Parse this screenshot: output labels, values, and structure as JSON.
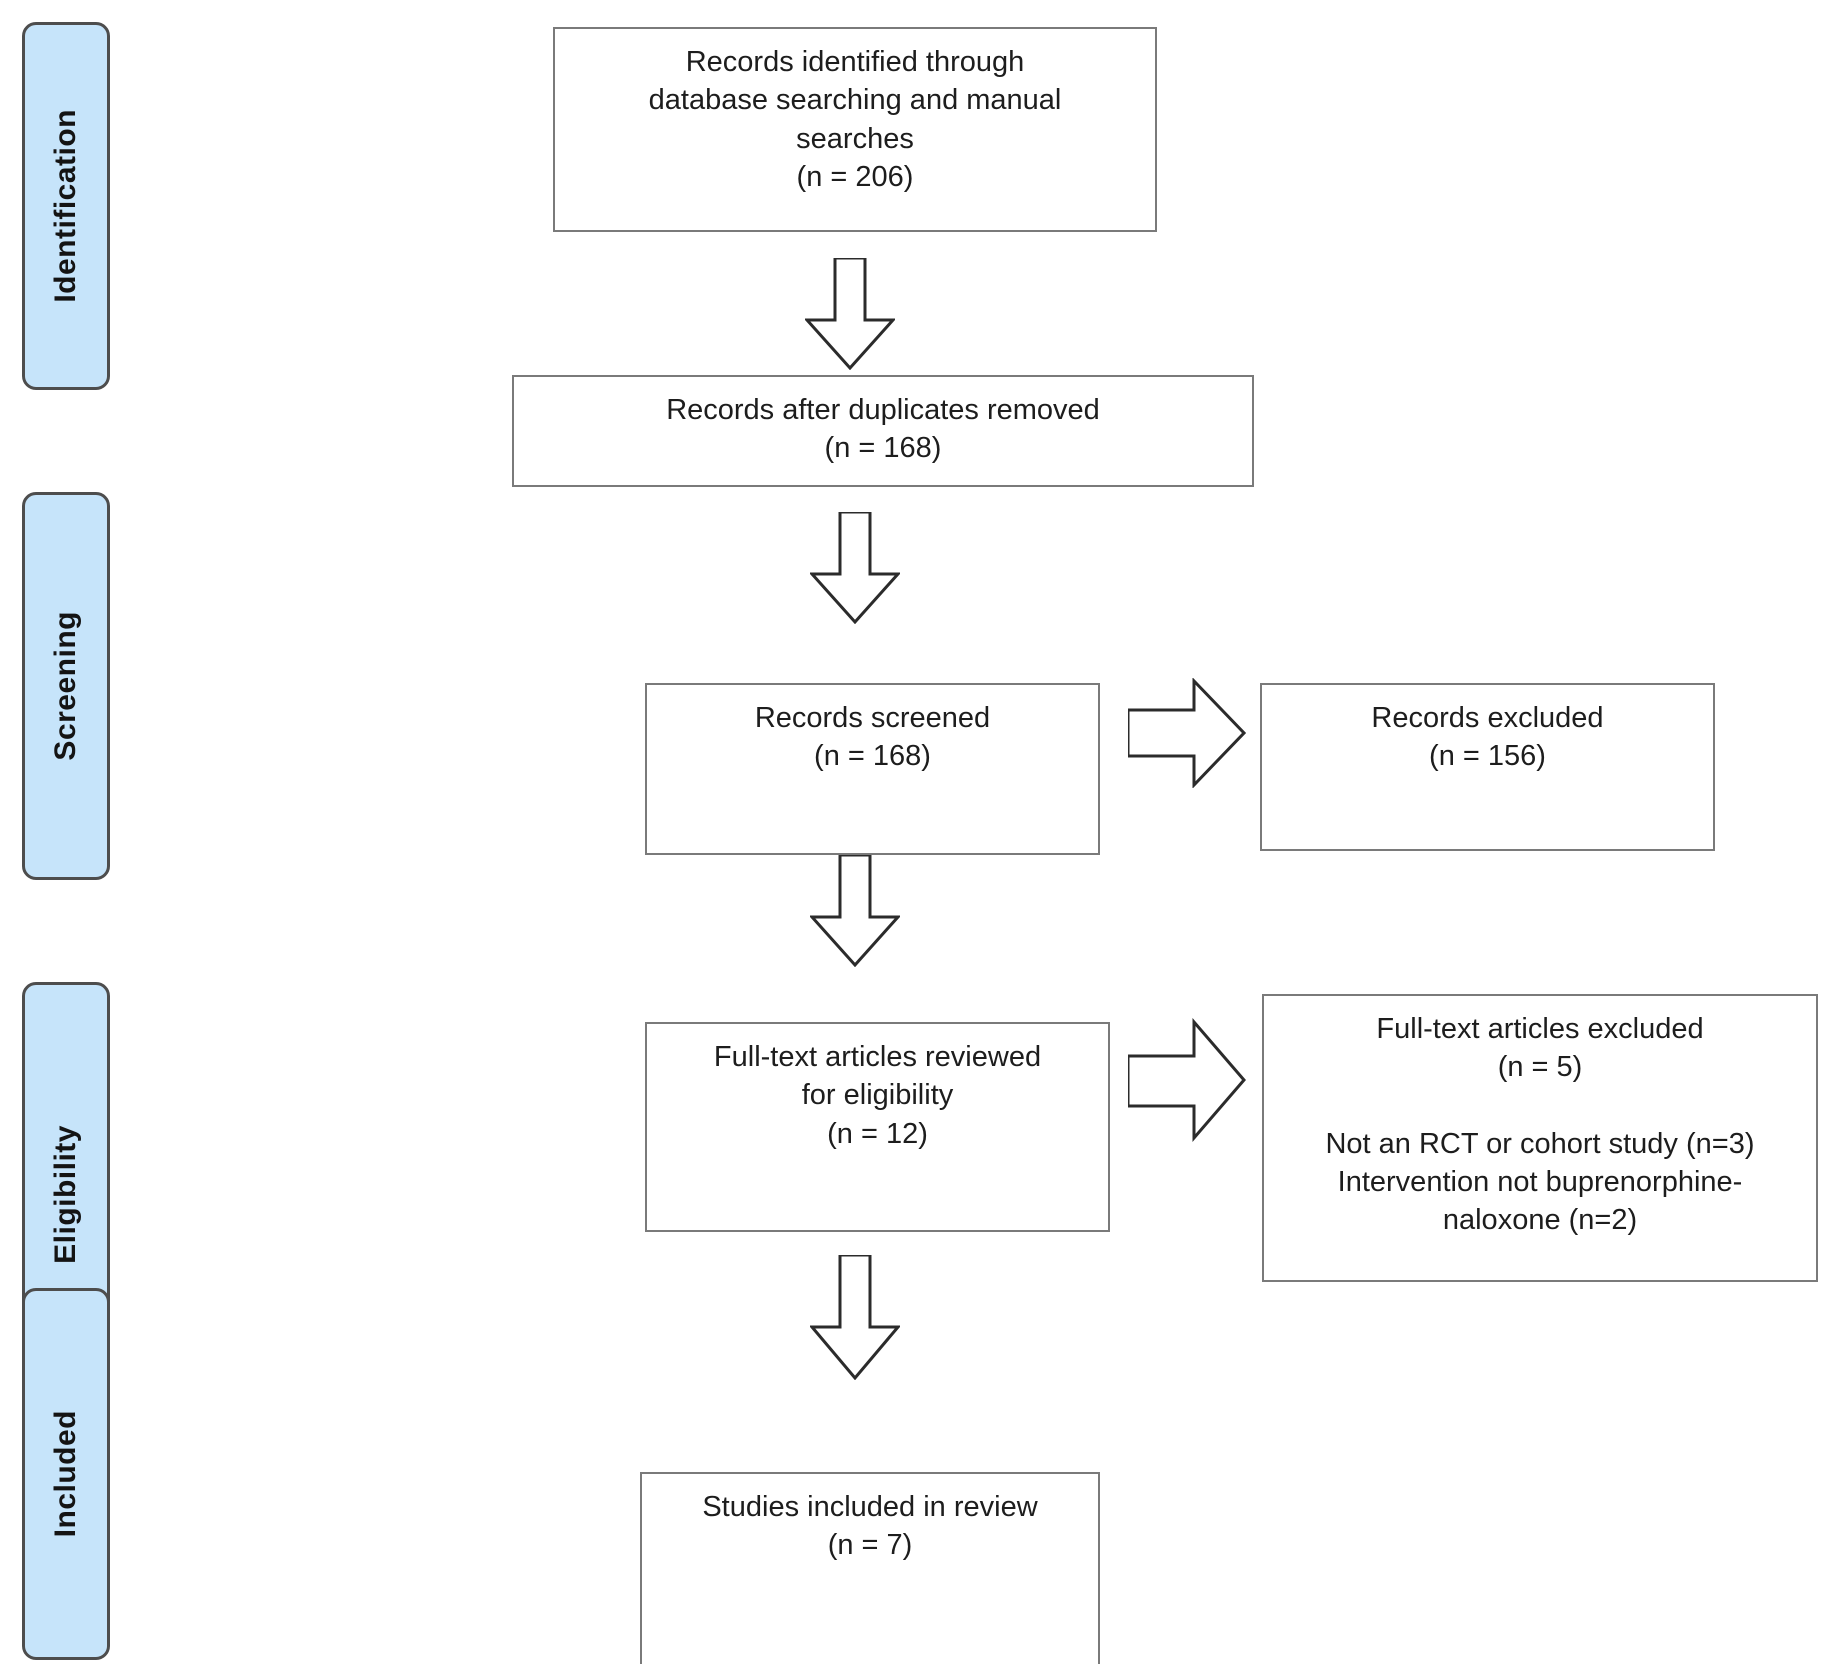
{
  "diagram": {
    "title": "PRISMA study selection flow diagram",
    "accent_color": "#c6e4fa",
    "stage_border_color": "#4d4d4d",
    "box_border_color": "#7a7a7a",
    "stages": [
      {
        "label": "Identification"
      },
      {
        "label": "Screening"
      },
      {
        "label": "Eligibility"
      },
      {
        "label": "Included"
      }
    ],
    "boxes": {
      "identified": {
        "lines": [
          "Records identified through",
          "database searching and manual",
          "searches",
          "(n = 206)"
        ],
        "count": 206
      },
      "after_duplicates": {
        "lines": [
          "Records after duplicates removed",
          "(n = 168)"
        ],
        "count": 168
      },
      "screened": {
        "lines": [
          "Records screened",
          "(n = 168)"
        ],
        "count": 168
      },
      "records_excluded": {
        "lines": [
          "Records excluded",
          "(n = 156)"
        ],
        "count": 156
      },
      "fulltext_reviewed": {
        "lines": [
          "Full-text articles reviewed",
          "for eligibility",
          "(n = 12)"
        ],
        "count": 12
      },
      "fulltext_excluded": {
        "lines": [
          "Full-text articles excluded",
          "(n = 5)",
          "",
          "Not an RCT or cohort study (n=3)",
          "Intervention not buprenorphine-",
          "naloxone (n=2)"
        ],
        "count": 5,
        "reasons": [
          {
            "reason": "Not an RCT or cohort study",
            "n": 3
          },
          {
            "reason": "Intervention not buprenorphine-naloxone",
            "n": 2
          }
        ]
      },
      "included": {
        "lines": [
          "Studies included in review",
          "(n = 7)"
        ],
        "count": 7
      }
    },
    "arrows": [
      {
        "name": "arrow-identified-to-after-duplicates",
        "direction": "down"
      },
      {
        "name": "arrow-after-duplicates-to-screened",
        "direction": "down"
      },
      {
        "name": "arrow-screened-to-records-excluded",
        "direction": "right"
      },
      {
        "name": "arrow-screened-to-fulltext-reviewed",
        "direction": "down"
      },
      {
        "name": "arrow-fulltext-reviewed-to-fulltext-excluded",
        "direction": "right"
      },
      {
        "name": "arrow-fulltext-reviewed-to-included",
        "direction": "down"
      }
    ]
  }
}
